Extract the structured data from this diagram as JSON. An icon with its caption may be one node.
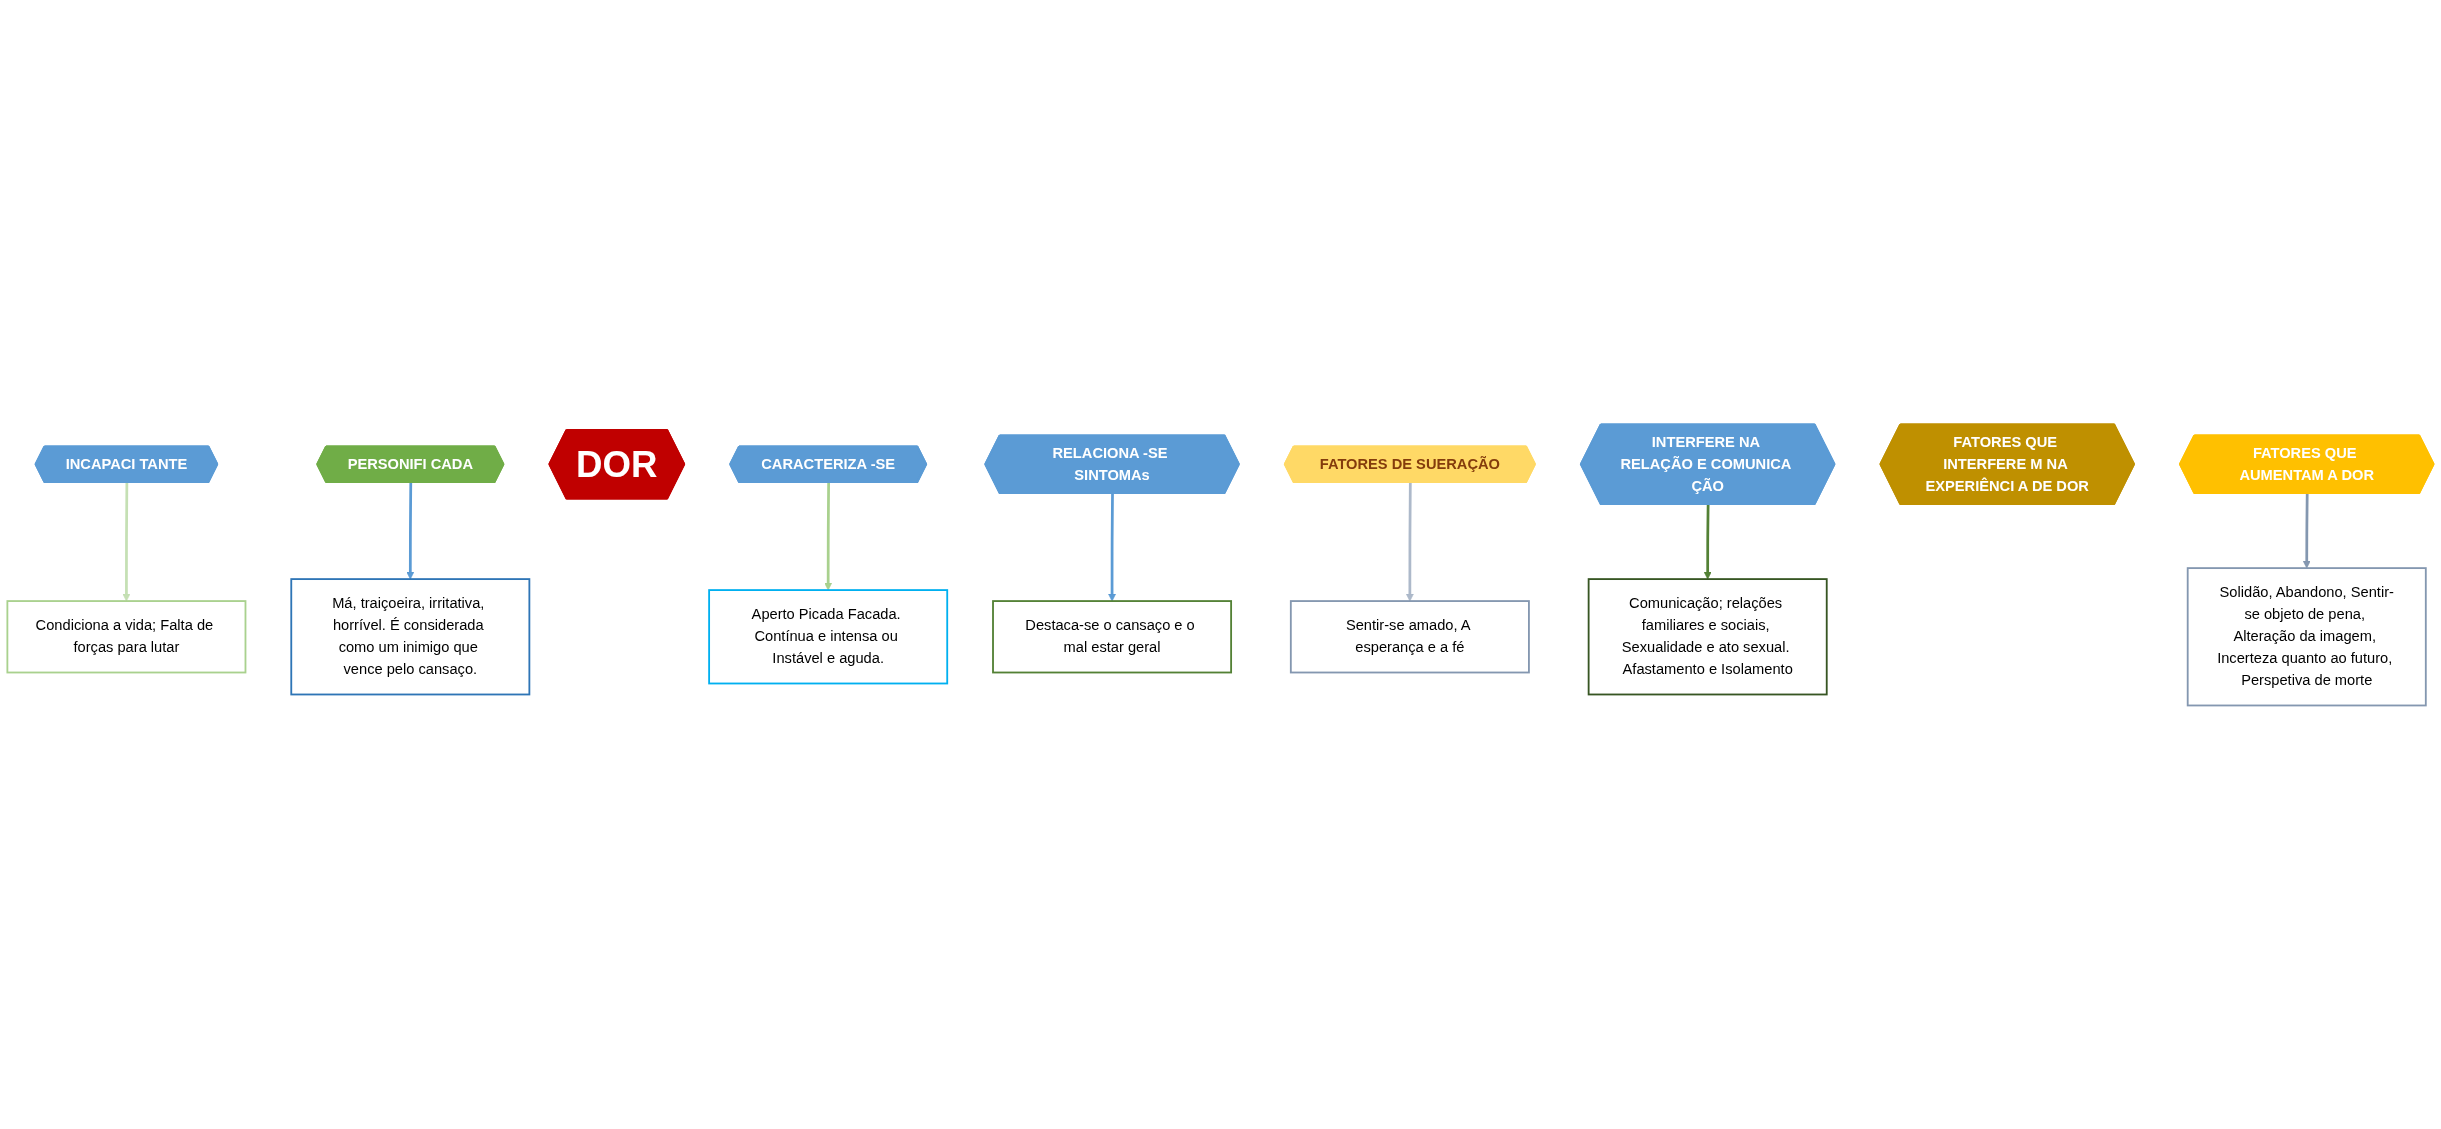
{
  "diagram": {
    "nodes": [
      {
        "text": [
          "INCAPACI TANTE"
        ]
      },
      {
        "text": [
          "Condiciona a vida; Falta de forças para lutar"
        ]
      },
      {
        "text": [
          "PERSONIFI CADA"
        ]
      },
      {
        "text": [
          "Má, traiçoeira, irritativa, horrível. É considerada como um inimigo que vence pelo cansaço."
        ]
      },
      {
        "text": [
          "DOR"
        ]
      },
      {
        "text": [
          "CARACTERIZA -SE"
        ]
      },
      {
        "text": [
          "Aperto Picada Facada. Contínua e intensa ou Instável e aguda."
        ]
      },
      {
        "text": [
          "RELACIONA -SE SINTOMAs"
        ]
      },
      {
        "text": [
          "Destaca-se o cansaço e o mal estar geral"
        ]
      },
      {
        "text": [
          "FATORES DE SUERAÇÃO"
        ]
      },
      {
        "text": [
          "Sentir-se amado, A esperança e a fé"
        ]
      },
      {
        "text": [
          "INTERFERE NA RELAÇÃO E COMUNICA ÇÃO"
        ]
      },
      {
        "text": [
          "Comunicação; relações familiares e sociais, Sexualidade e ato sexual. Afastamento e Isolamento"
        ]
      },
      {
        "text": [
          "FATORES QUE INTERFERE M NA EXPERIÊNCI A DE DOR"
        ]
      },
      {
        "text": [
          "FATORES QUE AUMENTAM A DOR"
        ]
      },
      {
        "text": [
          "Solidão, Abandono, Sentir-se objeto de pena, Alteração da imagem, Incerteza quanto ao futuro, Perspetiva de morte"
        ]
      }
    ],
    "edges": [
      {
        "from": 0,
        "to": 1,
        "arrow": "to",
        "color": "#c5e0b4"
      },
      {
        "from": 2,
        "to": 3,
        "arrow": "to",
        "color": "#5b9bd5"
      },
      {
        "from": 5,
        "to": 6,
        "arrow": "to",
        "color": "#a9d18e"
      },
      {
        "from": 7,
        "to": 8,
        "arrow": "to",
        "color": "#5b9bd5"
      },
      {
        "from": 9,
        "to": 10,
        "arrow": "to",
        "color": "#adb9ca"
      },
      {
        "from": 11,
        "to": 12,
        "arrow": "to",
        "color": "#538135"
      },
      {
        "from": 14,
        "to": 15,
        "arrow": "to",
        "color": "#8497b0"
      }
    ]
  }
}
